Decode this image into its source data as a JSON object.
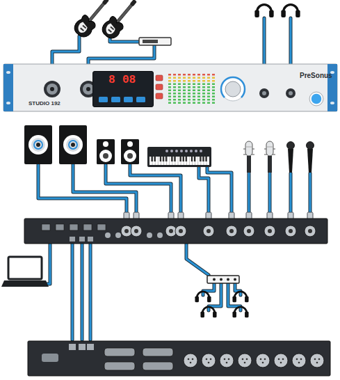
{
  "diagram": {
    "nodes": [
      {
        "text": [
          "STUDIO 192",
          "PreSonus"
        ]
      },
      {
        "text": [
          "8",
          "08"
        ],
        "in": 0
      }
    ]
  }
}
